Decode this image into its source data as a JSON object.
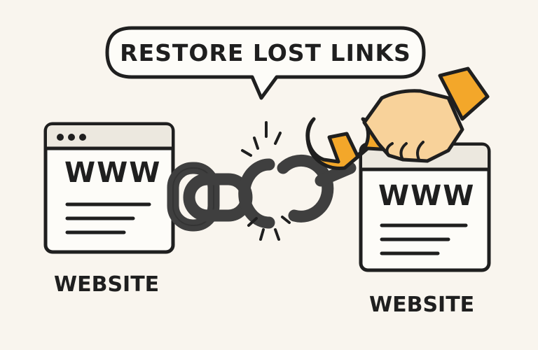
{
  "bubble": {
    "text": "RESTORE LOST LINKS"
  },
  "left_site": {
    "url_text": "WWW",
    "caption": "WEBSITE"
  },
  "right_site": {
    "url_text": "WWW",
    "caption": "WEBSITE"
  },
  "colors": {
    "background": "#f9f5ee",
    "ink": "#1f1f1f",
    "chain": "#3f3f3f",
    "wrench": "#f3a72a",
    "skin": "#f8d29a",
    "card_header": "#ece8df",
    "card_body": "#fdfcf8"
  },
  "icons": [
    "speech-bubble-icon",
    "broken-chain-icon",
    "wrench-icon",
    "hand-icon",
    "website-window-icon"
  ]
}
